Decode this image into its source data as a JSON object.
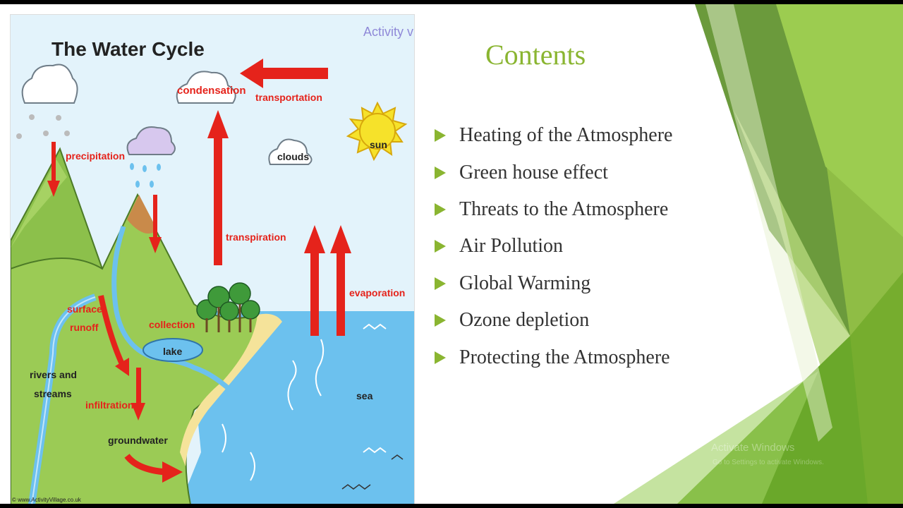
{
  "diagram": {
    "title": "The Water Cycle",
    "brand_logo": "Activity village",
    "footer_url": "© www.ActivityVillage.co.uk",
    "labels": {
      "condensation": "condensation",
      "transportation": "transportation",
      "precipitation": "precipitation",
      "clouds": "clouds",
      "sun": "sun",
      "transpiration": "transpiration",
      "evaporation": "evaporation",
      "surface_runoff_1": "surface",
      "surface_runoff_2": "runoff",
      "collection": "collection",
      "lake": "lake",
      "rivers_1": "rivers and",
      "rivers_2": "streams",
      "infiltration": "infiltration",
      "groundwater": "groundwater",
      "sea": "sea"
    }
  },
  "contents": {
    "title": "Contents",
    "items": [
      "Heating of the Atmosphere",
      "Green house effect",
      "Threats to the Atmosphere",
      "Air Pollution",
      "Global Warming",
      "Ozone depletion",
      "Protecting the Atmosphere"
    ]
  },
  "watermark": {
    "line1": "Activate Windows",
    "line2": "Go to Settings to activate Windows."
  },
  "colors": {
    "accent_green": "#8ab531",
    "arrow_red": "#e5231b",
    "sea_blue": "#6cc1ee",
    "sky_blue": "#dff1fb"
  }
}
